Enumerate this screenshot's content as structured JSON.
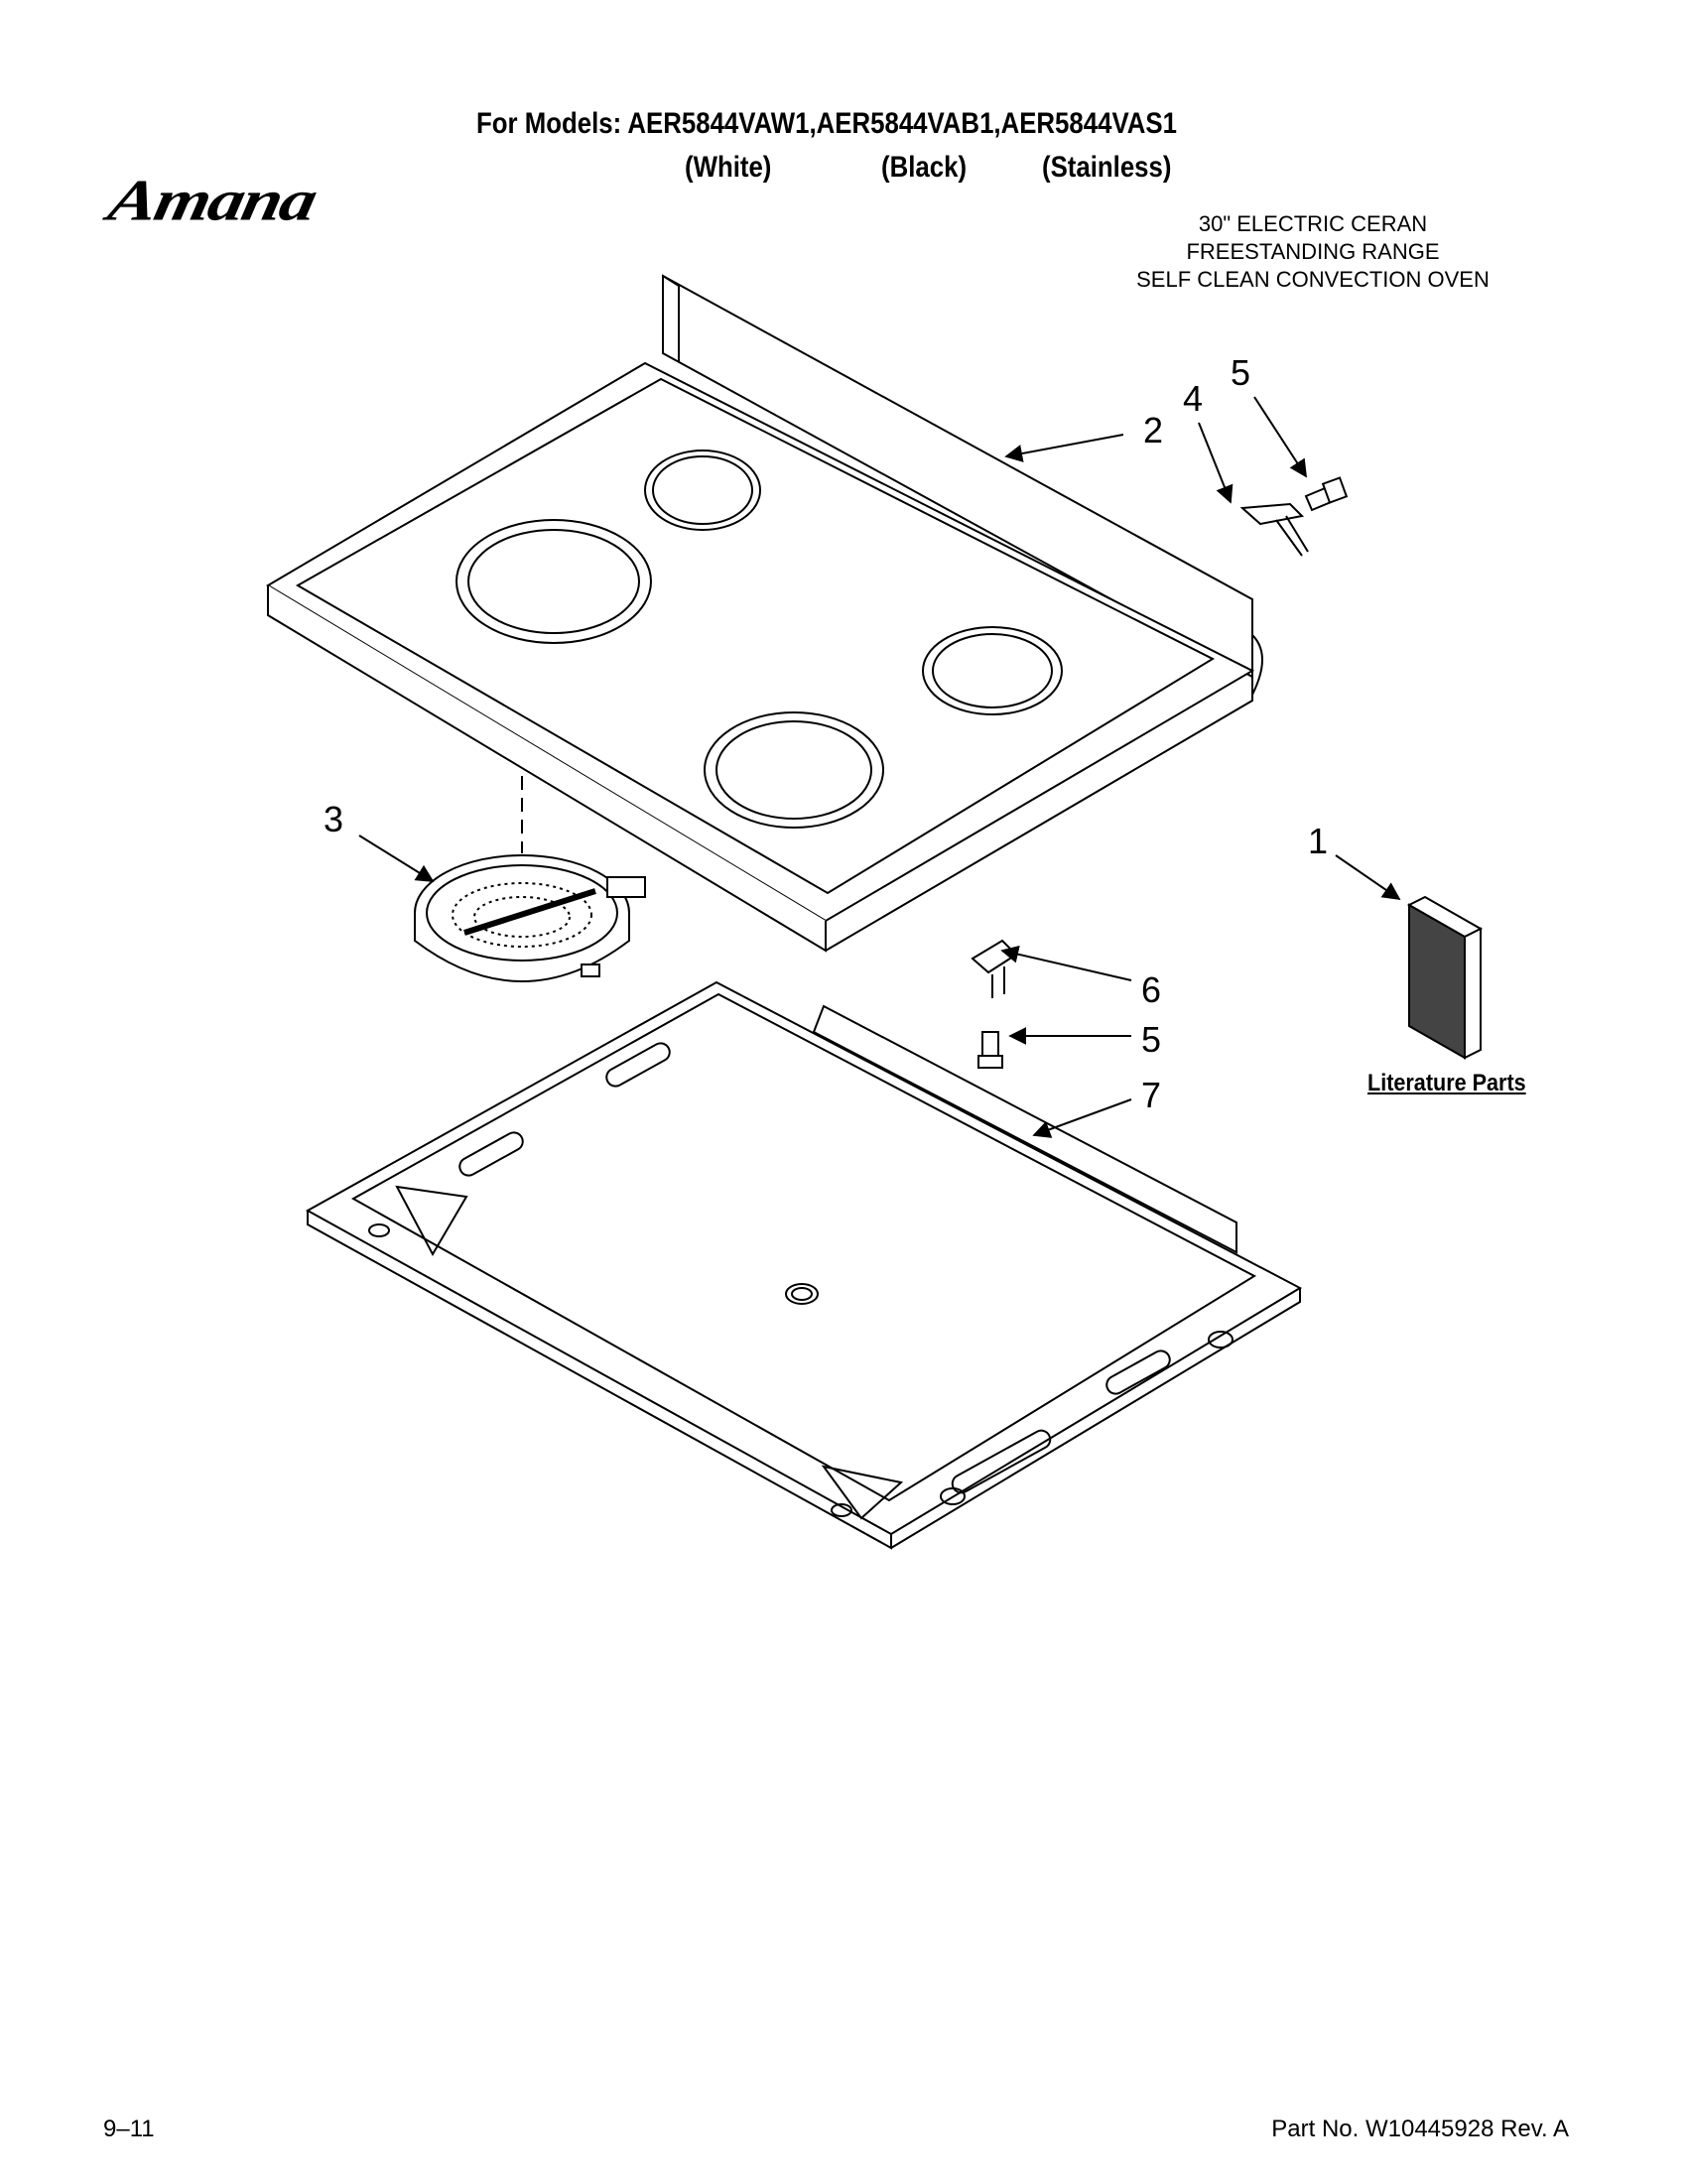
{
  "header": {
    "models_line": "For Models: AER5844VAW1,AER5844VAB1,AER5844VAS1",
    "colors": [
      "(White)",
      "(Black)",
      "(Stainless)"
    ]
  },
  "brand": {
    "logo_text": "Amana"
  },
  "product_description": [
    "30\" ELECTRIC CERAN",
    "FREESTANDING RANGE",
    "SELF CLEAN CONVECTION OVEN"
  ],
  "callouts": {
    "c1": "1",
    "c2": "2",
    "c3": "3",
    "c4": "4",
    "c5a": "5",
    "c6": "6",
    "c5b": "5",
    "c7": "7"
  },
  "literature_parts_label": "Literature Parts",
  "footer": {
    "page": "9–11",
    "part_number": "Part No. W10445928 Rev. A"
  }
}
